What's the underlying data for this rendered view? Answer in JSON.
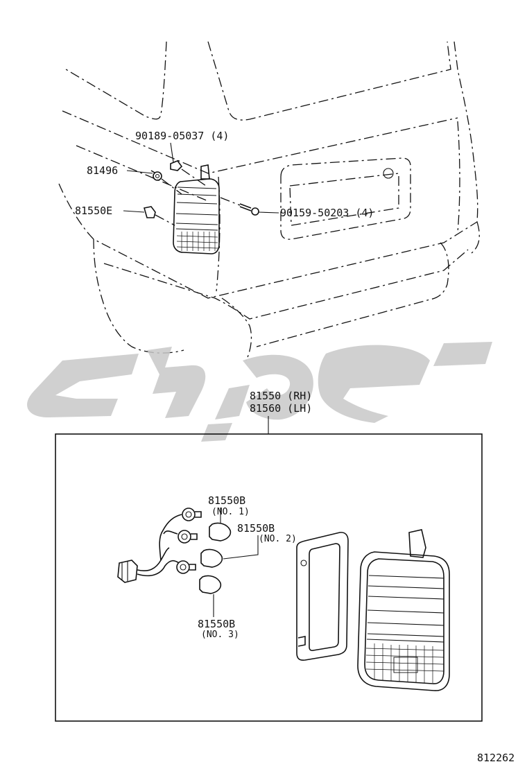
{
  "labels": {
    "part_90189": "90189-05037 (4)",
    "part_81496": "81496",
    "part_81550E": "81550E",
    "part_90159": "90159-50203 (4)",
    "assembly_rh": "81550 (RH)",
    "assembly_lh": "81560 (LH)",
    "bulb_1_part": "81550B",
    "bulb_1_no": "(NO. 1)",
    "bulb_2_part": "81550B",
    "bulb_2_no": "(NO. 2)",
    "bulb_3_part": "81550B",
    "bulb_3_no": "(NO. 3)",
    "figure_number": "812262"
  },
  "watermark": {
    "color": "#c8c8c8"
  }
}
